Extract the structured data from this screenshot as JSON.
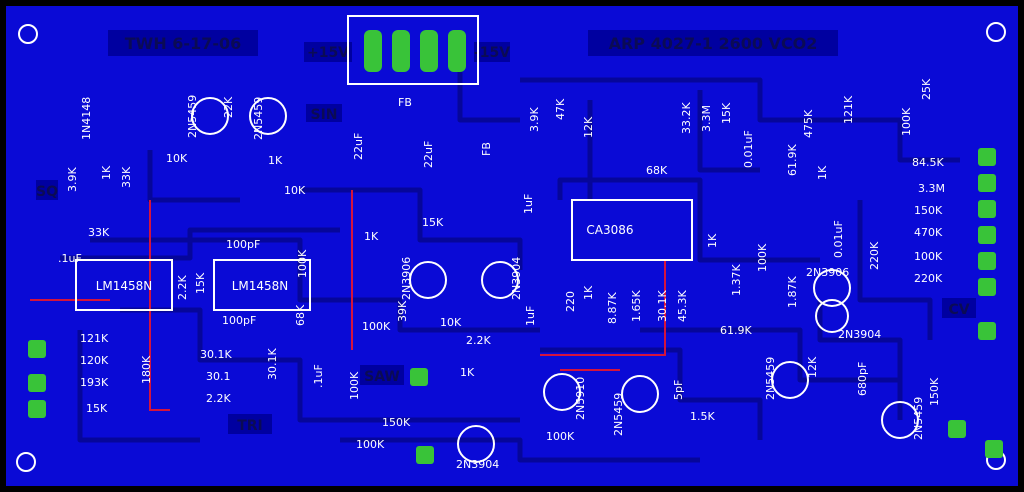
{
  "board": {
    "title_left": "TWH 6-17-06",
    "title_right": "ARP 4027-1 2600 VCO2",
    "supply_left": "-15V",
    "supply_right": "+15V"
  },
  "colors": {
    "board": "#0a0ad6",
    "trace": "#06069a",
    "pad": "#39c339",
    "silk": "#ffffff",
    "jumper": "#d4143c",
    "label_bg": "#0000a0",
    "label_fg": "#0b0b55"
  },
  "jacks": {
    "sin": "SIN",
    "sq": "SQ",
    "saw": "SAW",
    "tri": "TRI",
    "cv": "CV"
  },
  "components": {
    "diode_type": "1N4148",
    "r_3k9_a": "3.9K",
    "r_1k_a": "1K",
    "r_33k_a": "33K",
    "pot_10k_a": "10K",
    "pot_10k_b": "10K",
    "fet_2n5459_a": "2N5459",
    "r_22k": "22K",
    "fet_2n5459_b": "2N5459",
    "r_1k_top": "1K",
    "fb_a": "FB",
    "fb_b": "FB",
    "cap_22uf_a": "22uF",
    "cap_22uf_b": "22uF",
    "r_33k_b": "33K",
    "cap_1uf_a": ".1uF",
    "cap_100pf_a": "100pF",
    "ic_lm1458_a": "LM1458N",
    "ic_lm1458_b": "LM1458N",
    "r_2_2k_v": "2.2K",
    "r_15k_v": "15K",
    "r_100k_v": "100K",
    "r_1k_mid": "1K",
    "r_15k_mid": "15K",
    "r_68k_v": "68K",
    "pot_100k_a": "100K",
    "r_39k_v": "39K",
    "t_2n3906_a": "2N3906",
    "t_2n3904_a": "2N3904",
    "r_121k_a": "121K",
    "r_120k": "120K",
    "r_193k": "193K",
    "r_15k_left": "15K",
    "r_180k": "180K",
    "cap_100pf_b": "100pF",
    "r_30_1k_a": "30.1K",
    "r_30_1": "30.1",
    "r_2_2k_a": "2.2K",
    "r_30_1k_v": "30.1K",
    "cap_1uf_b": ".1uF",
    "r_100k_b": "100K",
    "r_10k": "10K",
    "r_2_2k_b": "2.2K",
    "r_1k_b": "1K",
    "r_150k_a": "150K",
    "r_100k_c": "100K",
    "t_2n3904_b": "2N3904",
    "r_100k_d": "100K",
    "r_3_9k_b": "3.9K",
    "r_47k": "47K",
    "r_12k_a": "12K",
    "r_33_2k": "33.2K",
    "r_3_3m_a": "3.3M",
    "r_15k_b": "15K",
    "cap_001uf_a": "0.01uF",
    "r_68k_h": "68K",
    "r_61_9k_v": "61.9K",
    "r_475k": "475K",
    "r_121k_b": "121K",
    "pot_100k_b": "100K",
    "pot_25k": "25K",
    "cap_1uf_c": "1uF",
    "ic_ca3086": "CA3086",
    "r_1k_c": "1K",
    "cap_001uf_b": "0.01uF",
    "r_1k_d": "1K",
    "r_84_5k": "84.5K",
    "r_3_3m_b": "3.3M",
    "r_150k_b": "150K",
    "r_470k": "470K",
    "r_100k_e": "100K",
    "r_220k_a": "220K",
    "r_220k_v": "220K",
    "cap_1uf_d": "1uF",
    "r_220_v": "220",
    "r_1k_e": "1K",
    "r_8_87k": "8.87K",
    "r_1_65k": "1.65K",
    "r_30_1k_b": "30.1K",
    "r_45_3k": "45.3K",
    "r_1_37k": "1.37K",
    "r_100k_f": "100K",
    "r_1_87k": "1.87K",
    "t_2n3906_b": "2N3906",
    "t_2n3904_c": "2N3904",
    "r_61_9k_h": "61.9K",
    "t_2n5910": "2N5910",
    "fet_2n5459_c": "2N5459",
    "cap_5pf": "5pF",
    "r_1_5k": "1.5K",
    "fet_2n5459_d": "2N5459",
    "r_12k_b": "12K",
    "cap_680pf": "680pF",
    "fet_2n5459_e": "2N5459",
    "r_150k_c": "150K"
  }
}
